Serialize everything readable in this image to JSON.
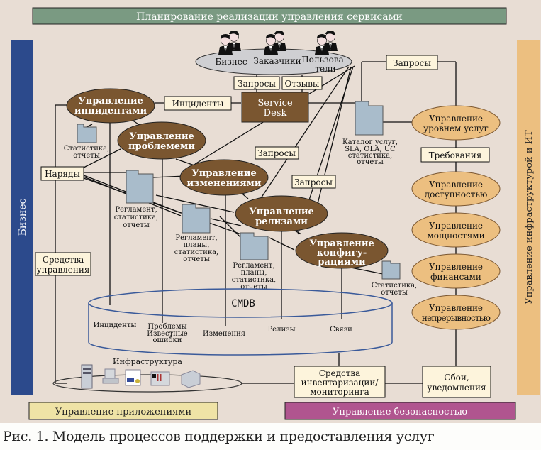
{
  "colors": {
    "background": "#e8ddd4",
    "planning_band": "#7a9a82",
    "business_band": "#2c4a8c",
    "infra_band": "#ecbf80",
    "apps_band": "#efe3a6",
    "security_band": "#b0558f",
    "brown_process": "#7a5630",
    "orange_process": "#ecbf80",
    "label_box": "#fdf4dc",
    "document": "#a9bccb",
    "cmdb_outline": "#3a5a9a"
  },
  "bands": {
    "top": "Планирование реализации управления сервисами",
    "left": "Бизнес",
    "right": "Управление инфраструктурой и ИТ",
    "bottom_left": "Управление приложениями",
    "bottom_right": "Управление безопасностью"
  },
  "stakeholders": {
    "groups": [
      "Бизнес",
      "Заказчики",
      "Пользова-",
      "тели"
    ],
    "icon": "people-group-icon"
  },
  "service_desk": [
    "Service",
    "Desk"
  ],
  "brown_processes": {
    "incidents": [
      "Управление",
      "инцидентами"
    ],
    "problems": [
      "Управление",
      "проблемеми"
    ],
    "changes": [
      "Управление",
      "изменениями"
    ],
    "releases": [
      "Управление",
      "релизами"
    ],
    "config": [
      "Управление",
      "конфигу-",
      "рациями"
    ]
  },
  "orange_processes": {
    "service_level": [
      "Управление",
      "уровнем услуг"
    ],
    "availability": [
      "Управление",
      "доступностью"
    ],
    "capacity": [
      "Управление",
      "мощностями"
    ],
    "finance": [
      "Управление",
      "финансами"
    ],
    "continuity": [
      "Управление",
      "непрерывностью"
    ]
  },
  "labels": {
    "requests_top": "Запросы",
    "feedback": "Отзывы",
    "requests_right": "Запросы",
    "incidents": "Инциденты",
    "requests_mid1": "Запросы",
    "requests_mid2": "Запросы",
    "requirements": "Требования",
    "work_orders": "Наряды",
    "mgmt_tools": [
      "Средства",
      "управления"
    ],
    "inventory_tools": [
      "Средства",
      "инвентаризации/",
      "мониторинга"
    ],
    "failures": [
      "Сбои,",
      "уведомления"
    ]
  },
  "documents": {
    "doc_incidents": [
      "Статистика,",
      "отчеты"
    ],
    "doc_problems": [
      "Регламент,",
      "статистика,",
      "отчеты"
    ],
    "doc_changes": [
      "Регламент,",
      "планы,",
      "статистика,",
      "отчеты"
    ],
    "doc_releases": [
      "Регламент,",
      "планы,",
      "статистика,",
      "отчеты"
    ],
    "doc_config": [
      "Статистика,",
      "отчеты"
    ],
    "doc_catalog": [
      "Каталог услуг,",
      "SLA, OLA, UC",
      "статистика,",
      "отчеты"
    ]
  },
  "cmdb": {
    "title": "CMDB",
    "items": [
      "Инциденты",
      "Проблемы",
      "Известные",
      "ошибки",
      "Изменения",
      "Релизы",
      "Связи"
    ]
  },
  "infrastructure": {
    "title": "Инфраструктура",
    "devices": [
      "server-icon",
      "workstation-icon",
      "document-device-icon",
      "network-device-icon",
      "storage-icon"
    ]
  },
  "caption": "Рис. 1. Модель процессов поддержки и предоставления услуг"
}
